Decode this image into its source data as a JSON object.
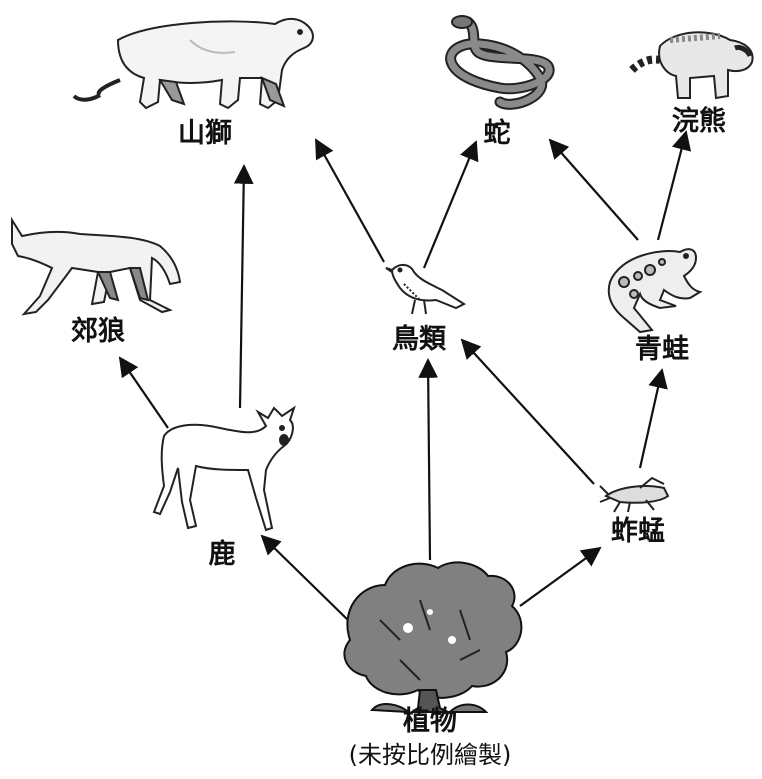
{
  "nodes": {
    "cougar": "山獅",
    "snake": "蛇",
    "raccoon": "浣熊",
    "coyote": "郊狼",
    "bird": "鳥類",
    "frog": "青蛙",
    "deer": "鹿",
    "grasshopper": "蚱蜢",
    "plant": "植物"
  },
  "note": "(未按比例繪製)",
  "edges": [
    [
      "plant",
      "deer"
    ],
    [
      "plant",
      "bird"
    ],
    [
      "plant",
      "grasshopper"
    ],
    [
      "deer",
      "coyote"
    ],
    [
      "deer",
      "cougar"
    ],
    [
      "bird",
      "cougar"
    ],
    [
      "bird",
      "snake"
    ],
    [
      "grasshopper",
      "bird"
    ],
    [
      "grasshopper",
      "frog"
    ],
    [
      "frog",
      "snake"
    ],
    [
      "frog",
      "raccoon"
    ]
  ]
}
